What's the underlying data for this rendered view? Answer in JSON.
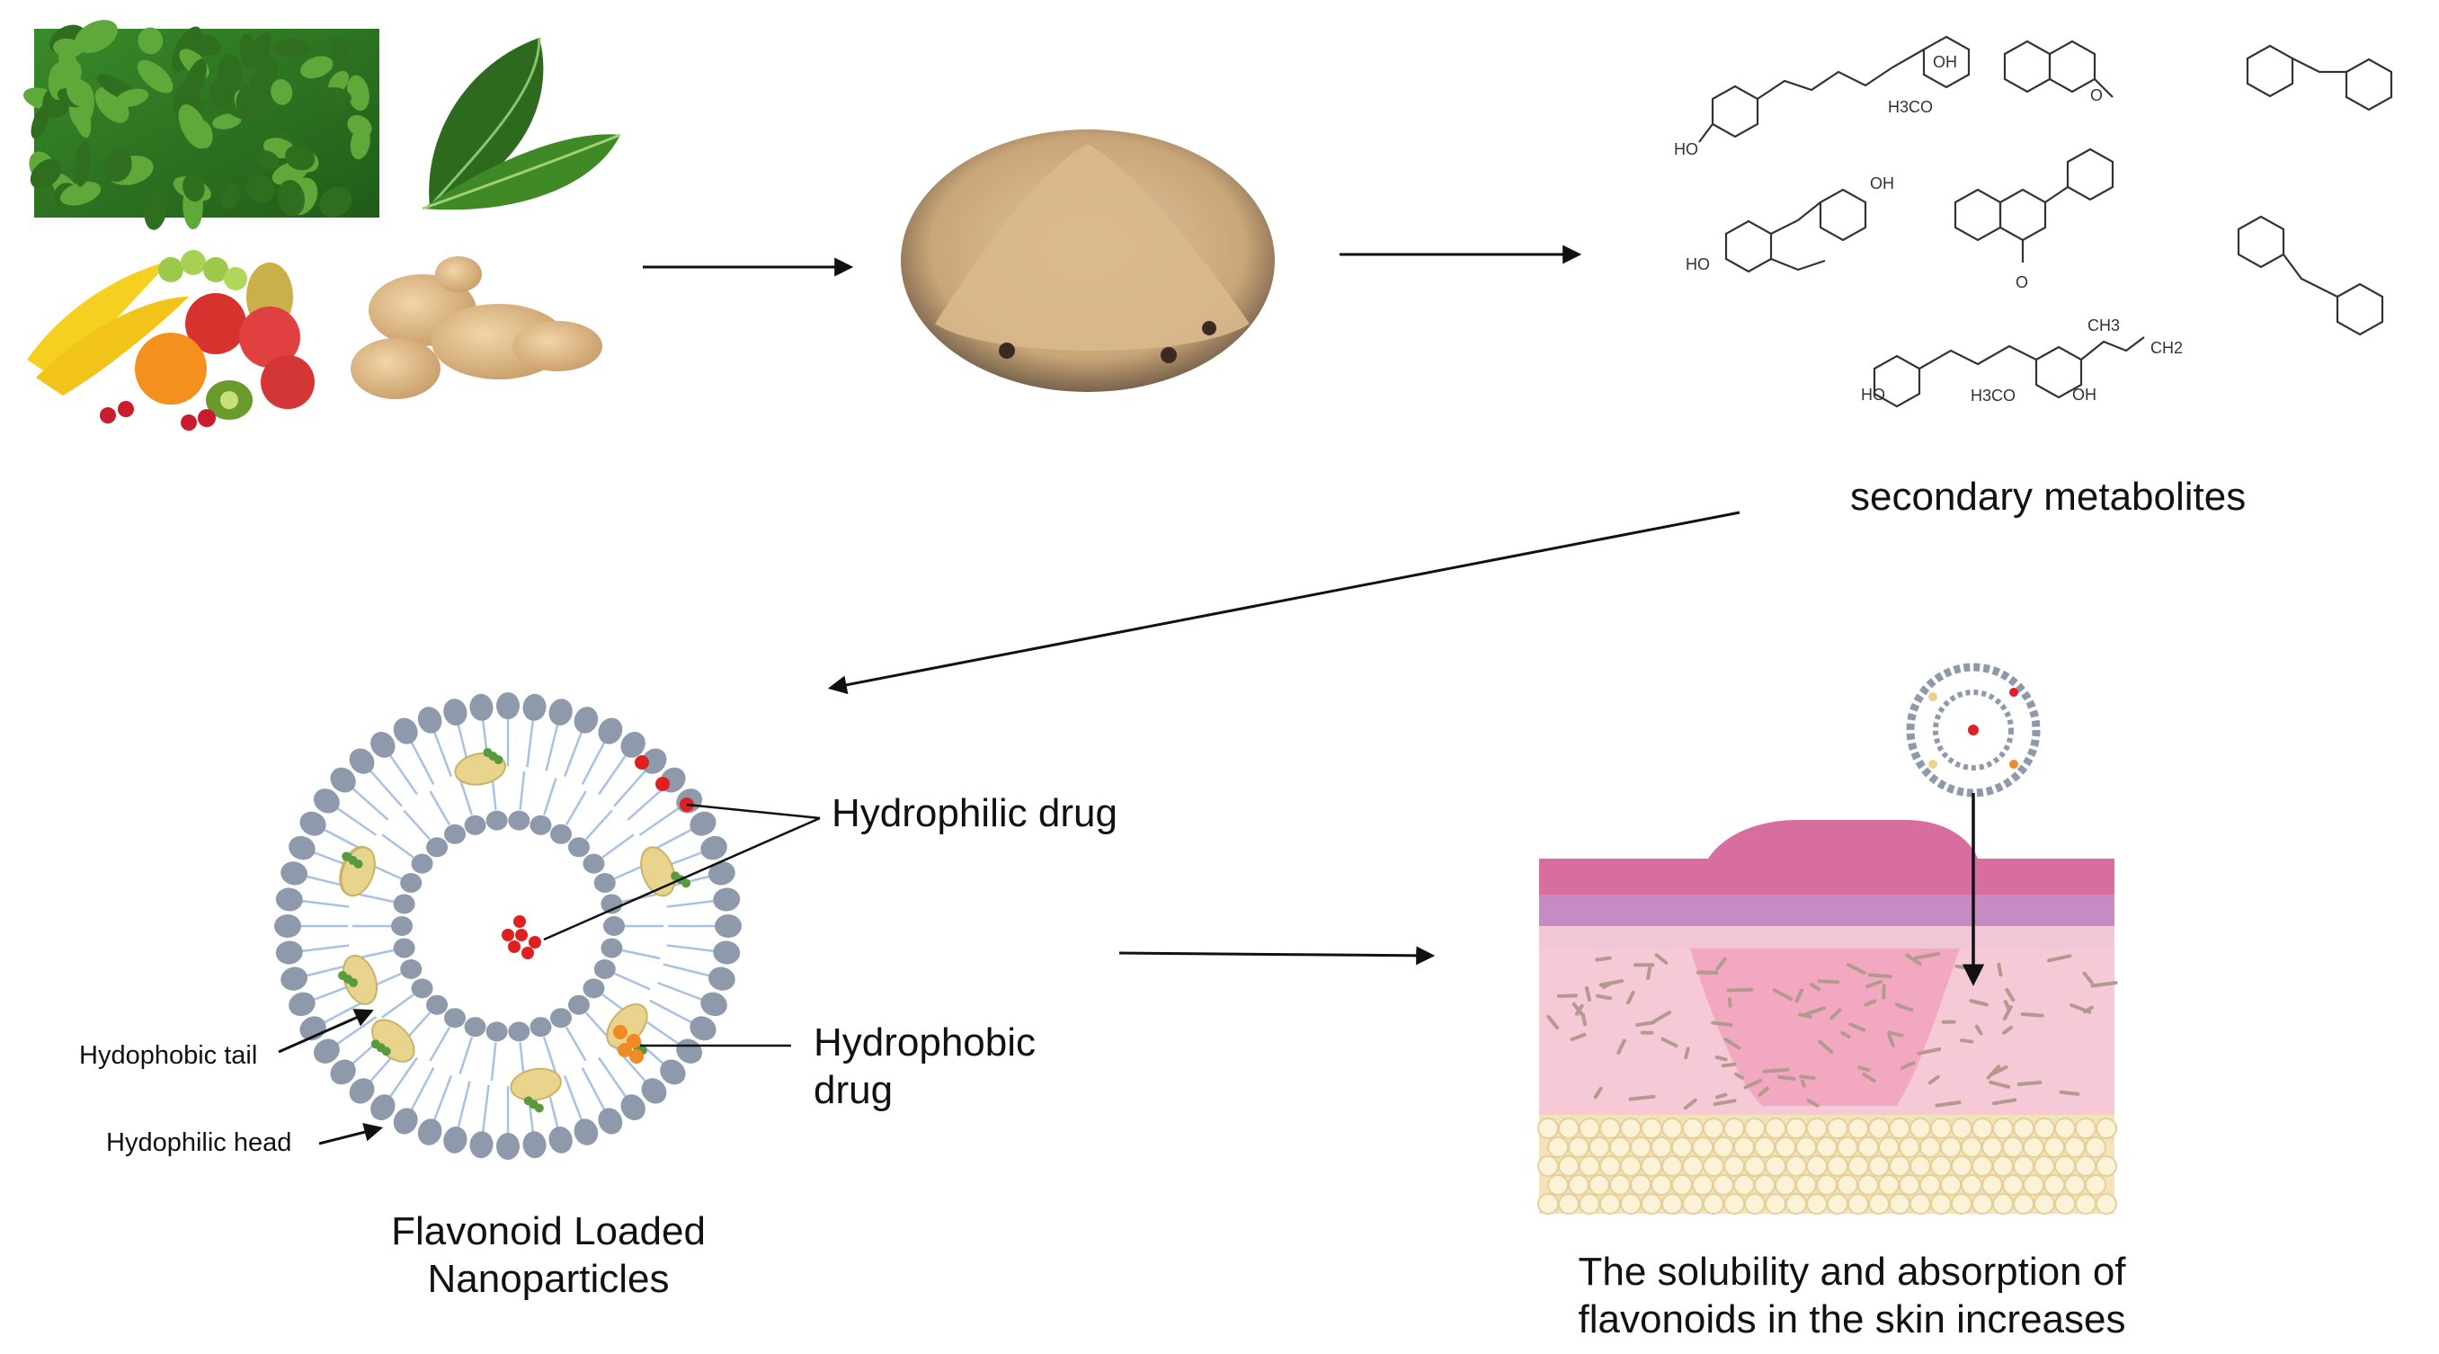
{
  "labels": {
    "secondary_metabolites": "secondary metabolites",
    "hydrophilic_drug": "Hydrophilic drug",
    "hydrophobic_drug_line1": "Hydrophobic",
    "hydrophobic_drug_line2": "drug",
    "hydrophobic_tail": "Hydophobic tail",
    "hydrophilic_head": "Hydophilic head",
    "nanoparticle_line1": "Flavonoid Loaded",
    "nanoparticle_line2": "Nanoparticles",
    "skin_line1": "The solubility and absorption of",
    "skin_line2": "flavonoids in the skin increases"
  },
  "chem_text": {
    "oh": "OH",
    "ho": "HO",
    "h3co": "H3CO",
    "o": "O",
    "ch3": "CH3",
    "ch2": "CH2"
  },
  "colors": {
    "leaf_dark": "#2f6e1f",
    "leaf_light": "#5fa83a",
    "powder": "#d4b48a",
    "lipid_head": "#8e9aab",
    "lipid_tail": "#9fb7d9",
    "drug_red": "#e02020",
    "drug_orange": "#f08a24",
    "flavonoid_yellow": "#e8d48c",
    "flavonoid_green": "#5a9a3e",
    "skin_pink": "#f6c9d6",
    "skin_top": "#d86ea0",
    "fat_yellow": "#f3e3b8"
  }
}
